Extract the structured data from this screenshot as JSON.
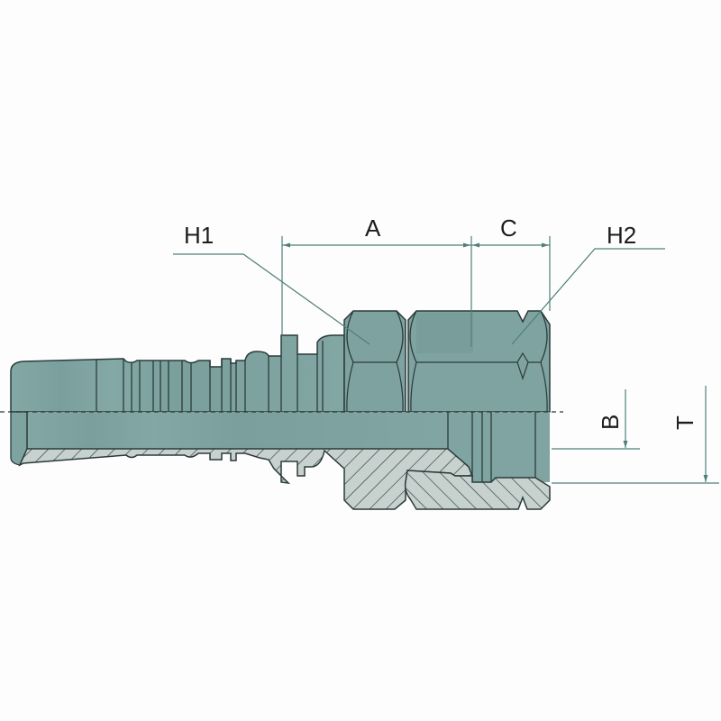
{
  "diagram": {
    "type": "technical-drawing",
    "subject": "hydraulic hose fitting, half-section view",
    "labels": {
      "h1": "H1",
      "h2": "H2",
      "a": "A",
      "c": "C",
      "b": "B",
      "t": "T"
    },
    "colors": {
      "background": "#fdfdfd",
      "body_fill": "#7fa3a1",
      "body_fill_dark": "#6f9592",
      "section_fill": "#c7d2cf",
      "outline": "#2a3b3a",
      "dimension_line": "#4f7f78",
      "label_text": "#1d1d1d"
    }
  }
}
